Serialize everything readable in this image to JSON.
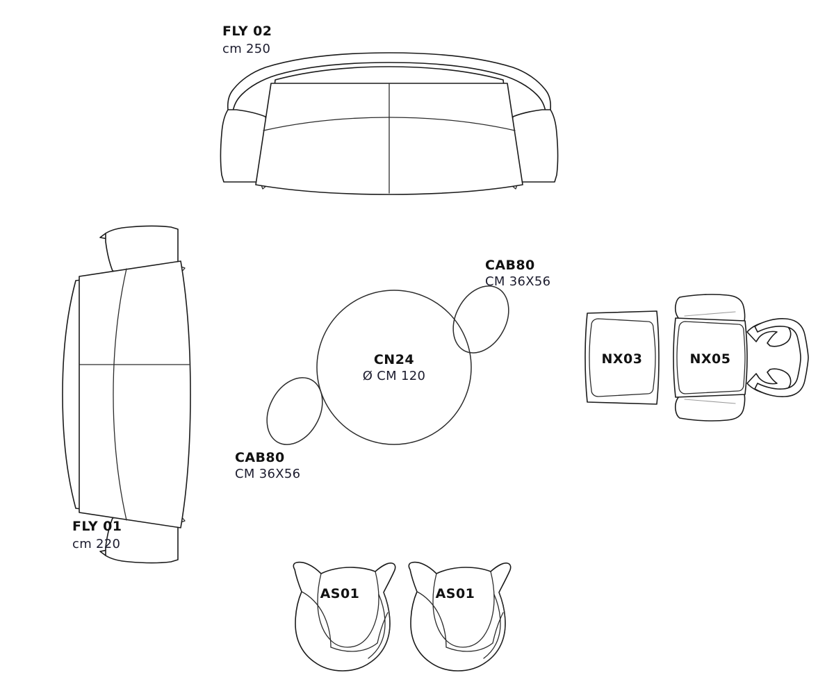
{
  "page": {
    "title": "Furniture Layout Plan",
    "background_color": "#ffffff",
    "stroke_color": "#2b2b2b",
    "text_color": "#111111"
  },
  "items": [
    {
      "id": "fly02",
      "code": "FLY 02",
      "dimension": "cm 250",
      "type": "curved-sofa",
      "label_position": "top-left"
    },
    {
      "id": "fly01",
      "code": "FLY 01",
      "dimension": "cm 220",
      "type": "curved-sofa-rotated",
      "label_position": "bottom-left"
    },
    {
      "id": "cn24",
      "code": "CN24",
      "dimension": "Ø CM 120",
      "type": "round-table",
      "label_position": "center"
    },
    {
      "id": "cab80-upper",
      "code": "CAB80",
      "dimension": "CM 36X56",
      "type": "oval-pouf",
      "label_position": "above-right"
    },
    {
      "id": "cab80-lower",
      "code": "CAB80",
      "dimension": "CM 36X56",
      "type": "oval-pouf",
      "label_position": "below-left"
    },
    {
      "id": "nx03",
      "code": "NX03",
      "dimension": "",
      "type": "bench",
      "label_position": "center"
    },
    {
      "id": "nx05",
      "code": "NX05",
      "dimension": "",
      "type": "armchair",
      "label_position": "center"
    },
    {
      "id": "as01-left",
      "code": "AS01",
      "dimension": "",
      "type": "round-armchair",
      "label_position": "center"
    },
    {
      "id": "as01-right",
      "code": "AS01",
      "dimension": "",
      "type": "round-armchair",
      "label_position": "center"
    }
  ],
  "labels": {
    "fly02_code": "FLY 02",
    "fly02_dim": "cm 250",
    "fly01_code": "FLY 01",
    "fly01_dim": "cm 220",
    "cn24_code": "CN24",
    "cn24_dim": "Ø CM 120",
    "cab80_upper_code": "CAB80",
    "cab80_upper_dim": "CM 36X56",
    "cab80_lower_code": "CAB80",
    "cab80_lower_dim": "CM 36X56",
    "nx03_code": "NX03",
    "nx05_code": "NX05",
    "as01_left_code": "AS01",
    "as01_right_code": "AS01"
  }
}
